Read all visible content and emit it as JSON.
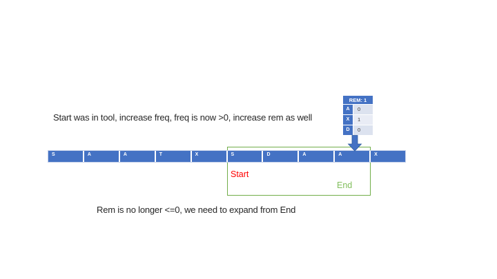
{
  "slide": {
    "top_note": "Start was in tool, increase freq, freq is now >0, increase rem as well",
    "bottom_note": "Rem is no longer <=0, we need to expand from End"
  },
  "freq_table": {
    "header": "REM: 1",
    "rows": [
      {
        "key": "A",
        "value": "0"
      },
      {
        "key": "X",
        "value": "1"
      },
      {
        "key": "D",
        "value": "0"
      }
    ],
    "header_color": "#4472C4",
    "key_cell_color": "#4472C4",
    "row_shades": [
      "#DCE2EF",
      "#E9ECF5",
      "#DCE2EF"
    ]
  },
  "pointer_arrow": {
    "icon": "down-arrow-icon",
    "fill_color": "#4472C4",
    "stroke_color": "#2F5C9C"
  },
  "array_bar": {
    "cells": [
      "S",
      "A",
      "A",
      "T",
      "X",
      "S",
      "D",
      "A",
      "A",
      "X"
    ],
    "cell_color": "#4472C4"
  },
  "window": {
    "start_label": "Start",
    "end_label": "End",
    "start_color": "#FF0000",
    "end_color": "#81BE5C",
    "border_color": "#70AD47"
  }
}
